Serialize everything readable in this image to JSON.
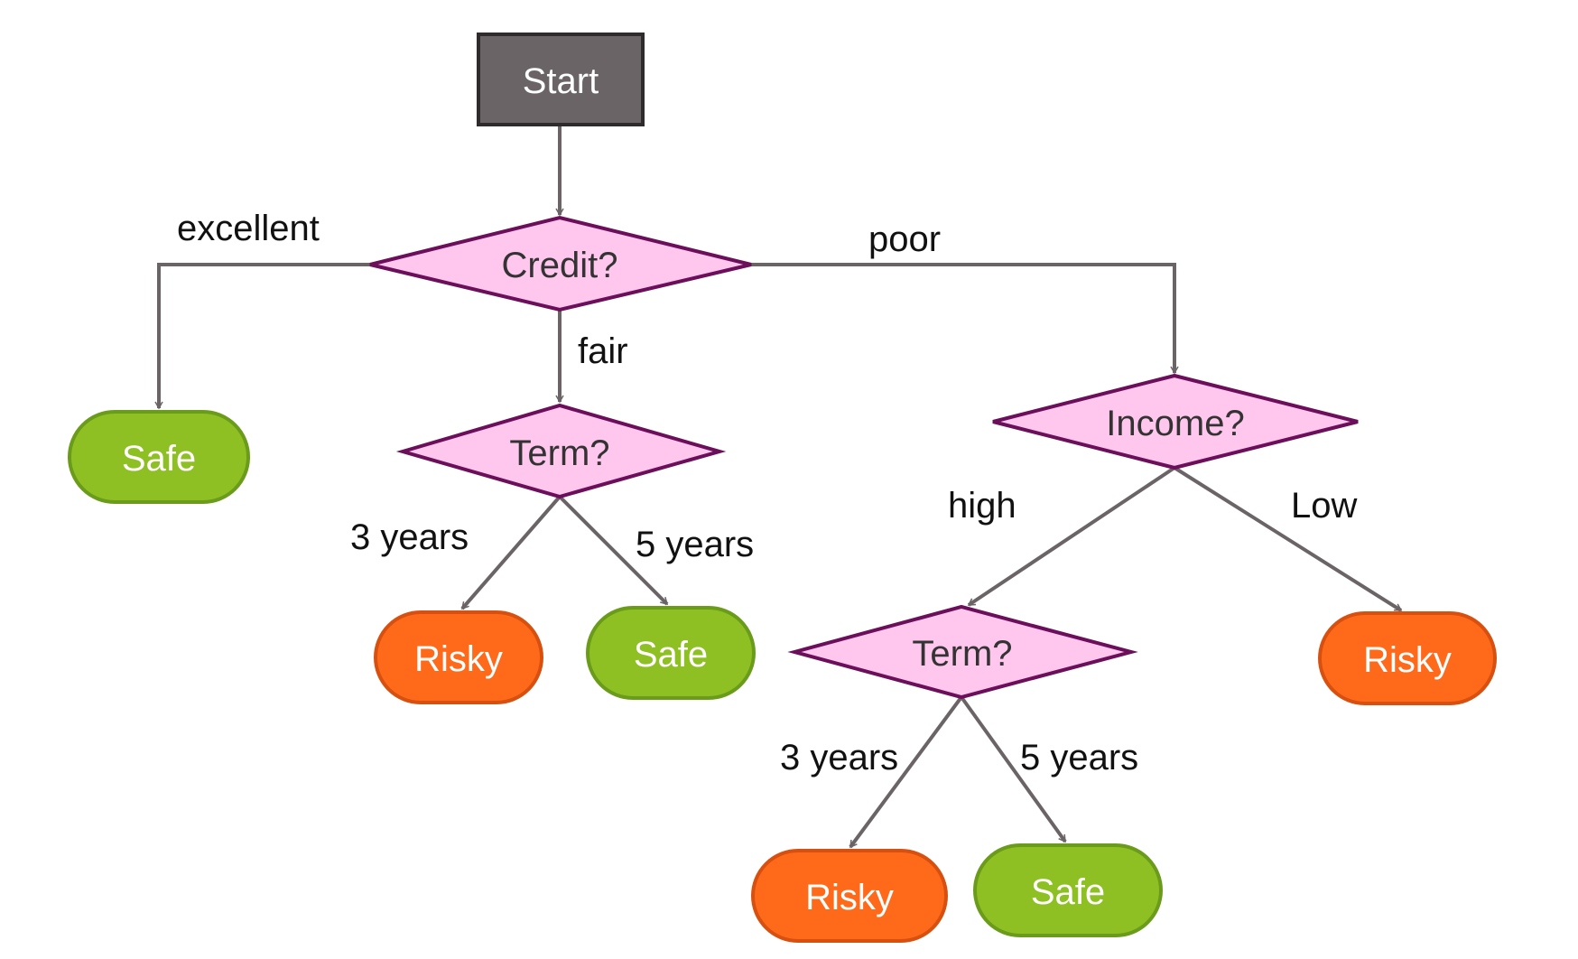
{
  "colors": {
    "start_fill": "#6b6466",
    "start_stroke": "#2f2a2b",
    "decision_fill": "#ffc6ee",
    "decision_stroke": "#6b0f5a",
    "safe_fill": "#8ec024",
    "safe_stroke": "#6a9b1a",
    "risky_fill": "#ff6a1a",
    "risky_stroke": "#d8500f",
    "edge": "#6b6466"
  },
  "nodes": {
    "start": "Start",
    "credit": "Credit?",
    "term_fair": "Term?",
    "income": "Income?",
    "term_high": "Term?",
    "safe_excellent": "Safe",
    "risky_fair_3": "Risky",
    "safe_fair_5": "Safe",
    "risky_low": "Risky",
    "risky_high_3": "Risky",
    "safe_high_5": "Safe"
  },
  "edge_labels": {
    "excellent": "excellent",
    "fair": "fair",
    "poor": "poor",
    "fair_3": "3 years",
    "fair_5": "5 years",
    "high": "high",
    "low": "Low",
    "high_3": "3 years",
    "high_5": "5 years"
  }
}
